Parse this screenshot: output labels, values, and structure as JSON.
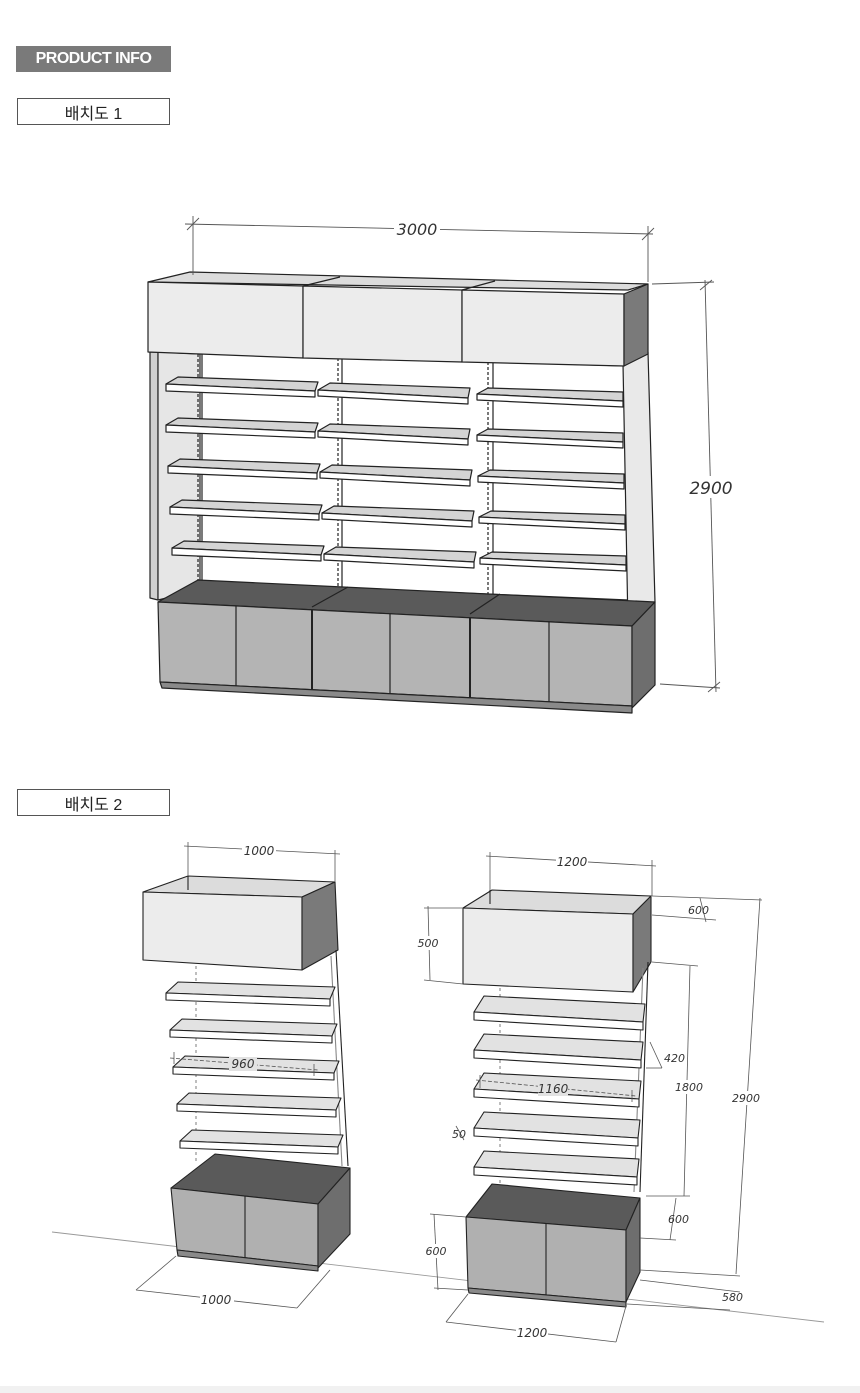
{
  "header": {
    "product_info": "PRODUCT INFO"
  },
  "section1": {
    "title": "배치도 1",
    "dim_width": "3000",
    "dim_height": "2900"
  },
  "section2": {
    "title": "배치도 2",
    "left_unit": {
      "dim_top_width": "1000",
      "dim_shelf_width": "960",
      "dim_base_width": "1000"
    },
    "right_unit": {
      "dim_top_width": "1200",
      "dim_top_depth": "600",
      "dim_header_height": "500",
      "dim_shelf_gap": "420",
      "dim_shelf_width": "1160",
      "dim_shelf_thick": "50",
      "dim_mid_height": "1800",
      "dim_total_height": "2900",
      "dim_cabinet_depth": "600",
      "dim_cabinet_height": "600",
      "dim_base_depth": "580",
      "dim_base_width": "1200"
    }
  },
  "colors": {
    "panel_light": "#ececec",
    "panel_mid": "#b4b4b4",
    "panel_dark": "#6e6e6e",
    "top_dark": "#5a5a5a",
    "shelf": "#d9d9d9",
    "line": "#222222",
    "badge_dark": "#7a7a7a"
  }
}
